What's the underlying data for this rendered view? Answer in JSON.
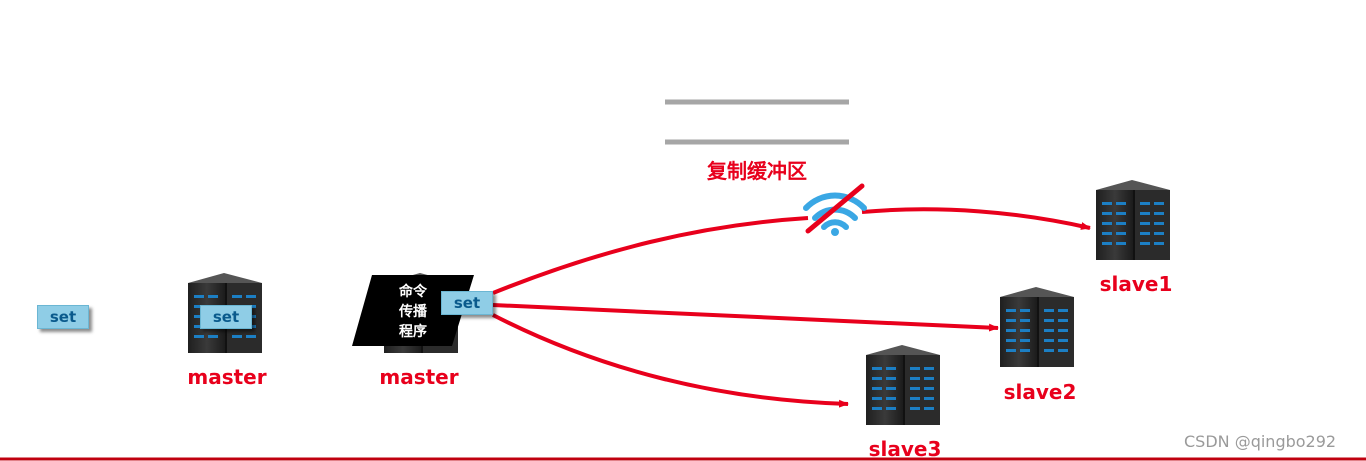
{
  "buffer": {
    "label": "复制缓冲区"
  },
  "set_badges": [
    "set",
    "set",
    "set"
  ],
  "nodes": {
    "master1": "master",
    "master2": "master",
    "slave1": "slave1",
    "slave2": "slave2",
    "slave3": "slave3"
  },
  "program": {
    "lines": [
      "命令",
      "传播",
      "程序"
    ]
  },
  "watermark": "CSDN @qingbo292",
  "icons": [
    "server-rack-icon",
    "wifi-disconnected-icon"
  ],
  "colors": {
    "arrow": "#e8001c",
    "label": "#e8001c",
    "badge_fill": "#8fcde6",
    "badge_text": "#0a5a8c",
    "wifi": "#3aa7e4",
    "buffer_lines": "#a6a6a6",
    "program_fill": "#000000"
  }
}
